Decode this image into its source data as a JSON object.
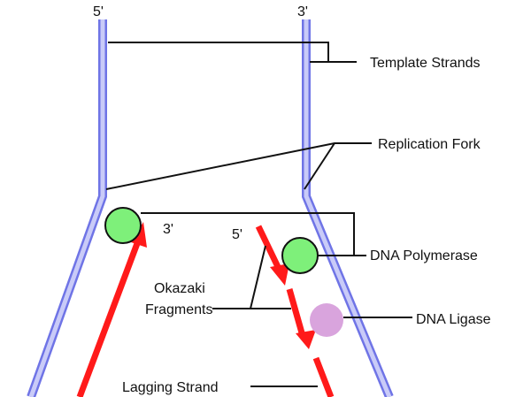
{
  "strand_ends": {
    "left_top": "5'",
    "right_top": "3'",
    "lead_end": "3'",
    "lag_end": "5'"
  },
  "labels": {
    "template_strands": "Template Strands",
    "replication_fork": "Replication Fork",
    "dna_polymerase": "DNA Polymerase",
    "okazaki_line1": "Okazaki",
    "okazaki_line2": "Fragments",
    "dna_ligase": "DNA Ligase",
    "lagging_strand": "Lagging Strand"
  },
  "colors": {
    "template_strand": "#6f74e6",
    "template_strand_fill": "#c9cbf8",
    "new_strand": "#ff1a1a",
    "polymerase": "#7ef07a",
    "ligase": "#d9a4dd",
    "text": "#111111"
  }
}
